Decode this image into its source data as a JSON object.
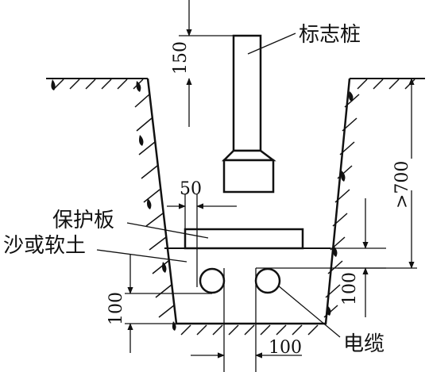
{
  "labels": {
    "marker_post": "标志桩",
    "protection_board": "保护板",
    "sand_or_soft_soil": "沙或软土",
    "cable": "电缆"
  },
  "dimensions": {
    "post_height_above_ground": "150",
    "board_overhang": "50",
    "depth_min": ">700",
    "cable_bed_depth": "100",
    "cover_above_cable": "100",
    "cable_spacing": "100"
  },
  "colors": {
    "line": "#111111",
    "background": "#ffffff"
  }
}
